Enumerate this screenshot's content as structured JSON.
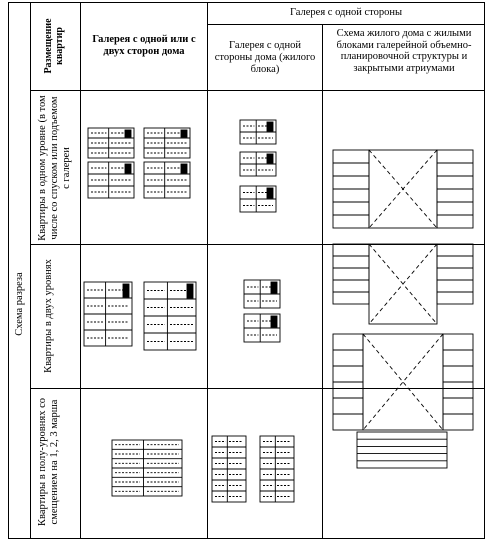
{
  "table": {
    "outer_label": "Схема разреза",
    "header_placement": "Размещение квартир",
    "header_gallery_both": "Галерея с одной или с двух сторон дома",
    "header_gallery_one": "Галерея с одной стороны",
    "header_gallery_one_block": "Галерея с одной стороны дома (жилого блока)",
    "header_gallery_atrium": "Схема жилого дома с жилыми блоками галерейной объемно-планировочной структуры и закрытыми атриумами",
    "rows": [
      {
        "label": "Квартиры в одном уровне (в том числе со спуском или подъемом с галереи"
      },
      {
        "label": "Квартиры в двух уровнях"
      },
      {
        "label": "Квартиры в полу-уровнях со смещением на 1, 2, 3 марша"
      }
    ]
  }
}
